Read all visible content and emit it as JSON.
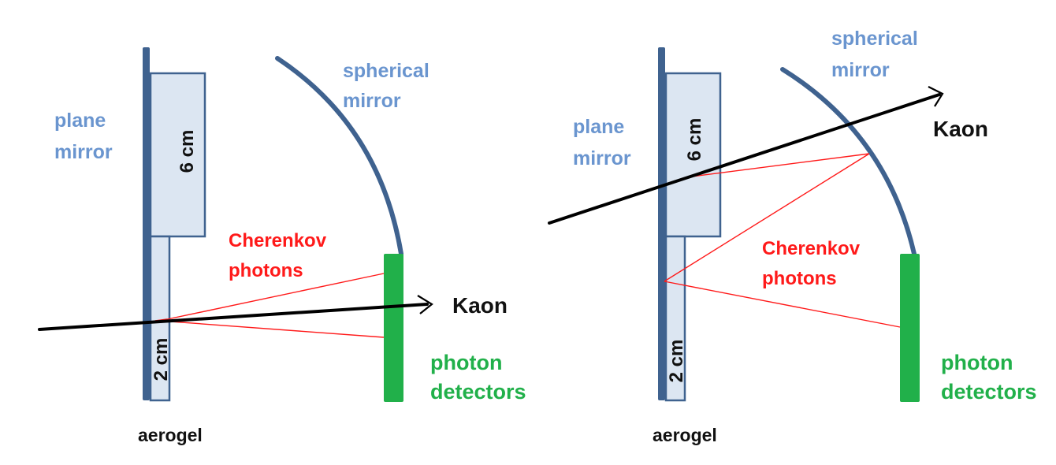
{
  "colors": {
    "mirror_blue": "#3f628f",
    "aerogel_fill": "#dce6f2",
    "label_blue": "#6a95cf",
    "photon_red": "#ff1a1a",
    "detector_green": "#21b04a",
    "track_black": "#000000"
  },
  "left_panel": {
    "plane_mirror_label": [
      "plane",
      "mirror"
    ],
    "spherical_mirror_label": [
      "spherical",
      "mirror"
    ],
    "thick_block_label": "6 cm",
    "thin_block_label": "2 cm",
    "cherenkov_label": [
      "Cherenkov",
      "photons"
    ],
    "kaon_label": "Kaon",
    "detector_label": [
      "photon",
      "detectors"
    ],
    "aerogel_label": "aerogel"
  },
  "right_panel": {
    "plane_mirror_label": [
      "plane",
      "mirror"
    ],
    "spherical_mirror_label": [
      "spherical",
      "mirror"
    ],
    "thick_block_label": "6 cm",
    "thin_block_label": "2 cm",
    "cherenkov_label": [
      "Cherenkov",
      "photons"
    ],
    "kaon_label": "Kaon",
    "detector_label": [
      "photon",
      "detectors"
    ],
    "aerogel_label": "aerogel"
  }
}
